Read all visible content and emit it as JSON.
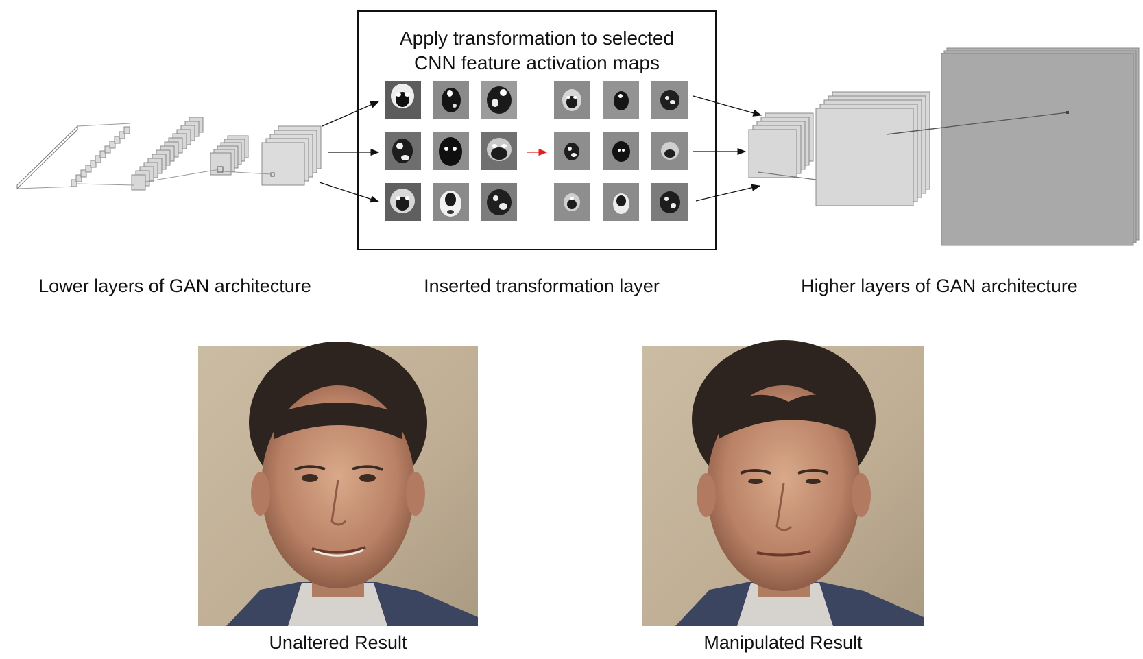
{
  "transform_box": {
    "title_line1": "Apply transformation to selected",
    "title_line2": "CNN feature activation maps"
  },
  "labels": {
    "lower": "Lower layers of GAN architecture",
    "inserted": "Inserted transformation layer",
    "higher": "Higher layers of GAN architecture"
  },
  "results": {
    "unaltered": "Unaltered Result",
    "manipulated": "Manipulated Result"
  },
  "colors": {
    "transform_arrow": "#e02020",
    "layer_fill": "#d6d6d6",
    "output_layer_fill": "#a9a9a9",
    "background_photo": "#c9b9a1"
  }
}
